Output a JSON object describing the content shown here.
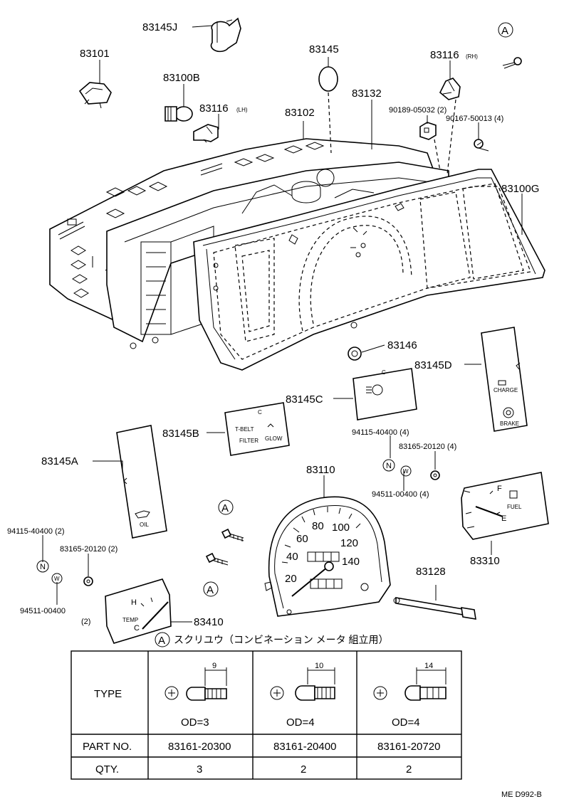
{
  "callouts": {
    "c83145J": "83145J",
    "c83101": "83101",
    "c83145": "83145",
    "c83116rh": "83116",
    "rh": "(RH)",
    "markA": "A",
    "c83100B": "83100B",
    "c83116lh": "83116",
    "lh": "(LH)",
    "c83102": "83102",
    "c83132": "83132",
    "c90189": "90189-05032 (2)",
    "c90167": "90167-50013 (4)",
    "c83100G": "83100G",
    "c83146": "83146",
    "c83145D": "83145D",
    "c83145C": "83145C",
    "c83145B": "83145B",
    "c83145A": "83145A",
    "c94115a": "94115-40400 (4)",
    "c83165a": "83165-20120 (4)",
    "c94511a": "94511-00400 (4)",
    "c83110": "83110",
    "c83310": "83310",
    "c94115b": "94115-40400 (2)",
    "c83165b": "83165-20120 (2)",
    "c94511b": "94511-00400",
    "c94511b_qty": "(2)",
    "c83128": "83128",
    "c83410": "83410",
    "markN": "N",
    "markW": "W"
  },
  "panel_text": {
    "charge": "CHARGE",
    "brake": "BRAKE",
    "oil": "OIL",
    "t_belt": "T-BELT",
    "filter": "FILTER",
    "glow": "GLOW",
    "fuel": "FUEL",
    "fuel_f": "F",
    "fuel_e": "E",
    "temp": "TEMP",
    "temp_h": "H",
    "temp_c": "C",
    "c_mark": "C"
  },
  "speedo": {
    "ticks": [
      "20",
      "40",
      "60",
      "80",
      "100",
      "120",
      "140"
    ]
  },
  "note": "スクリユウ（コンビネーション メータ 組立用）",
  "table": {
    "header_label": "TYPE",
    "part_label": "PART NO.",
    "qty_label": "QTY.",
    "types": [
      {
        "dim": "9",
        "od": "OD=3",
        "part_no": "83161-20300",
        "qty": "3"
      },
      {
        "dim": "10",
        "od": "OD=4",
        "part_no": "83161-20400",
        "qty": "2"
      },
      {
        "dim": "14",
        "od": "OD=4",
        "part_no": "83161-20720",
        "qty": "2"
      }
    ]
  },
  "footer_code": "ME D992-B"
}
